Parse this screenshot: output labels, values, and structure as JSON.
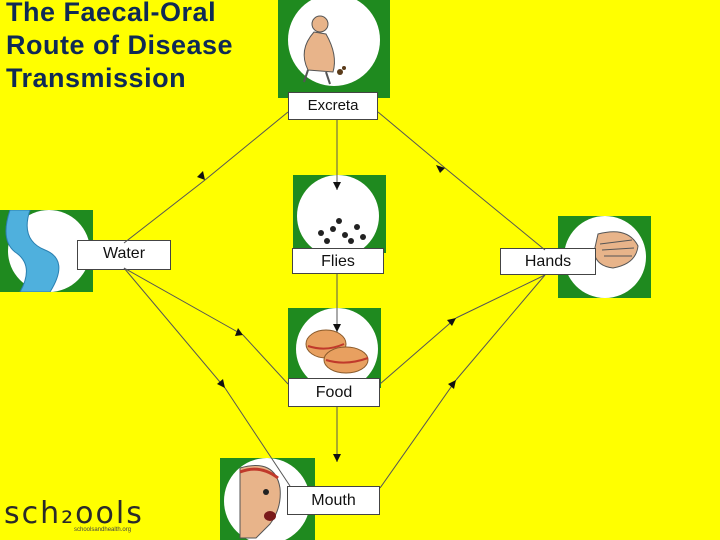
{
  "title": "The Faecal-Oral Route of Disease Transmission",
  "nodes": {
    "excreta": "Excreta",
    "water": "Water",
    "flies": "Flies",
    "hands": "Hands",
    "food": "Food",
    "mouth": "Mouth"
  },
  "logo": {
    "text": "sch₂ools",
    "subtext": "schoolsandhealth.org"
  },
  "colors": {
    "background": "#FFFF00",
    "tile": "#1F8A1F",
    "title": "#0F2A55"
  }
}
